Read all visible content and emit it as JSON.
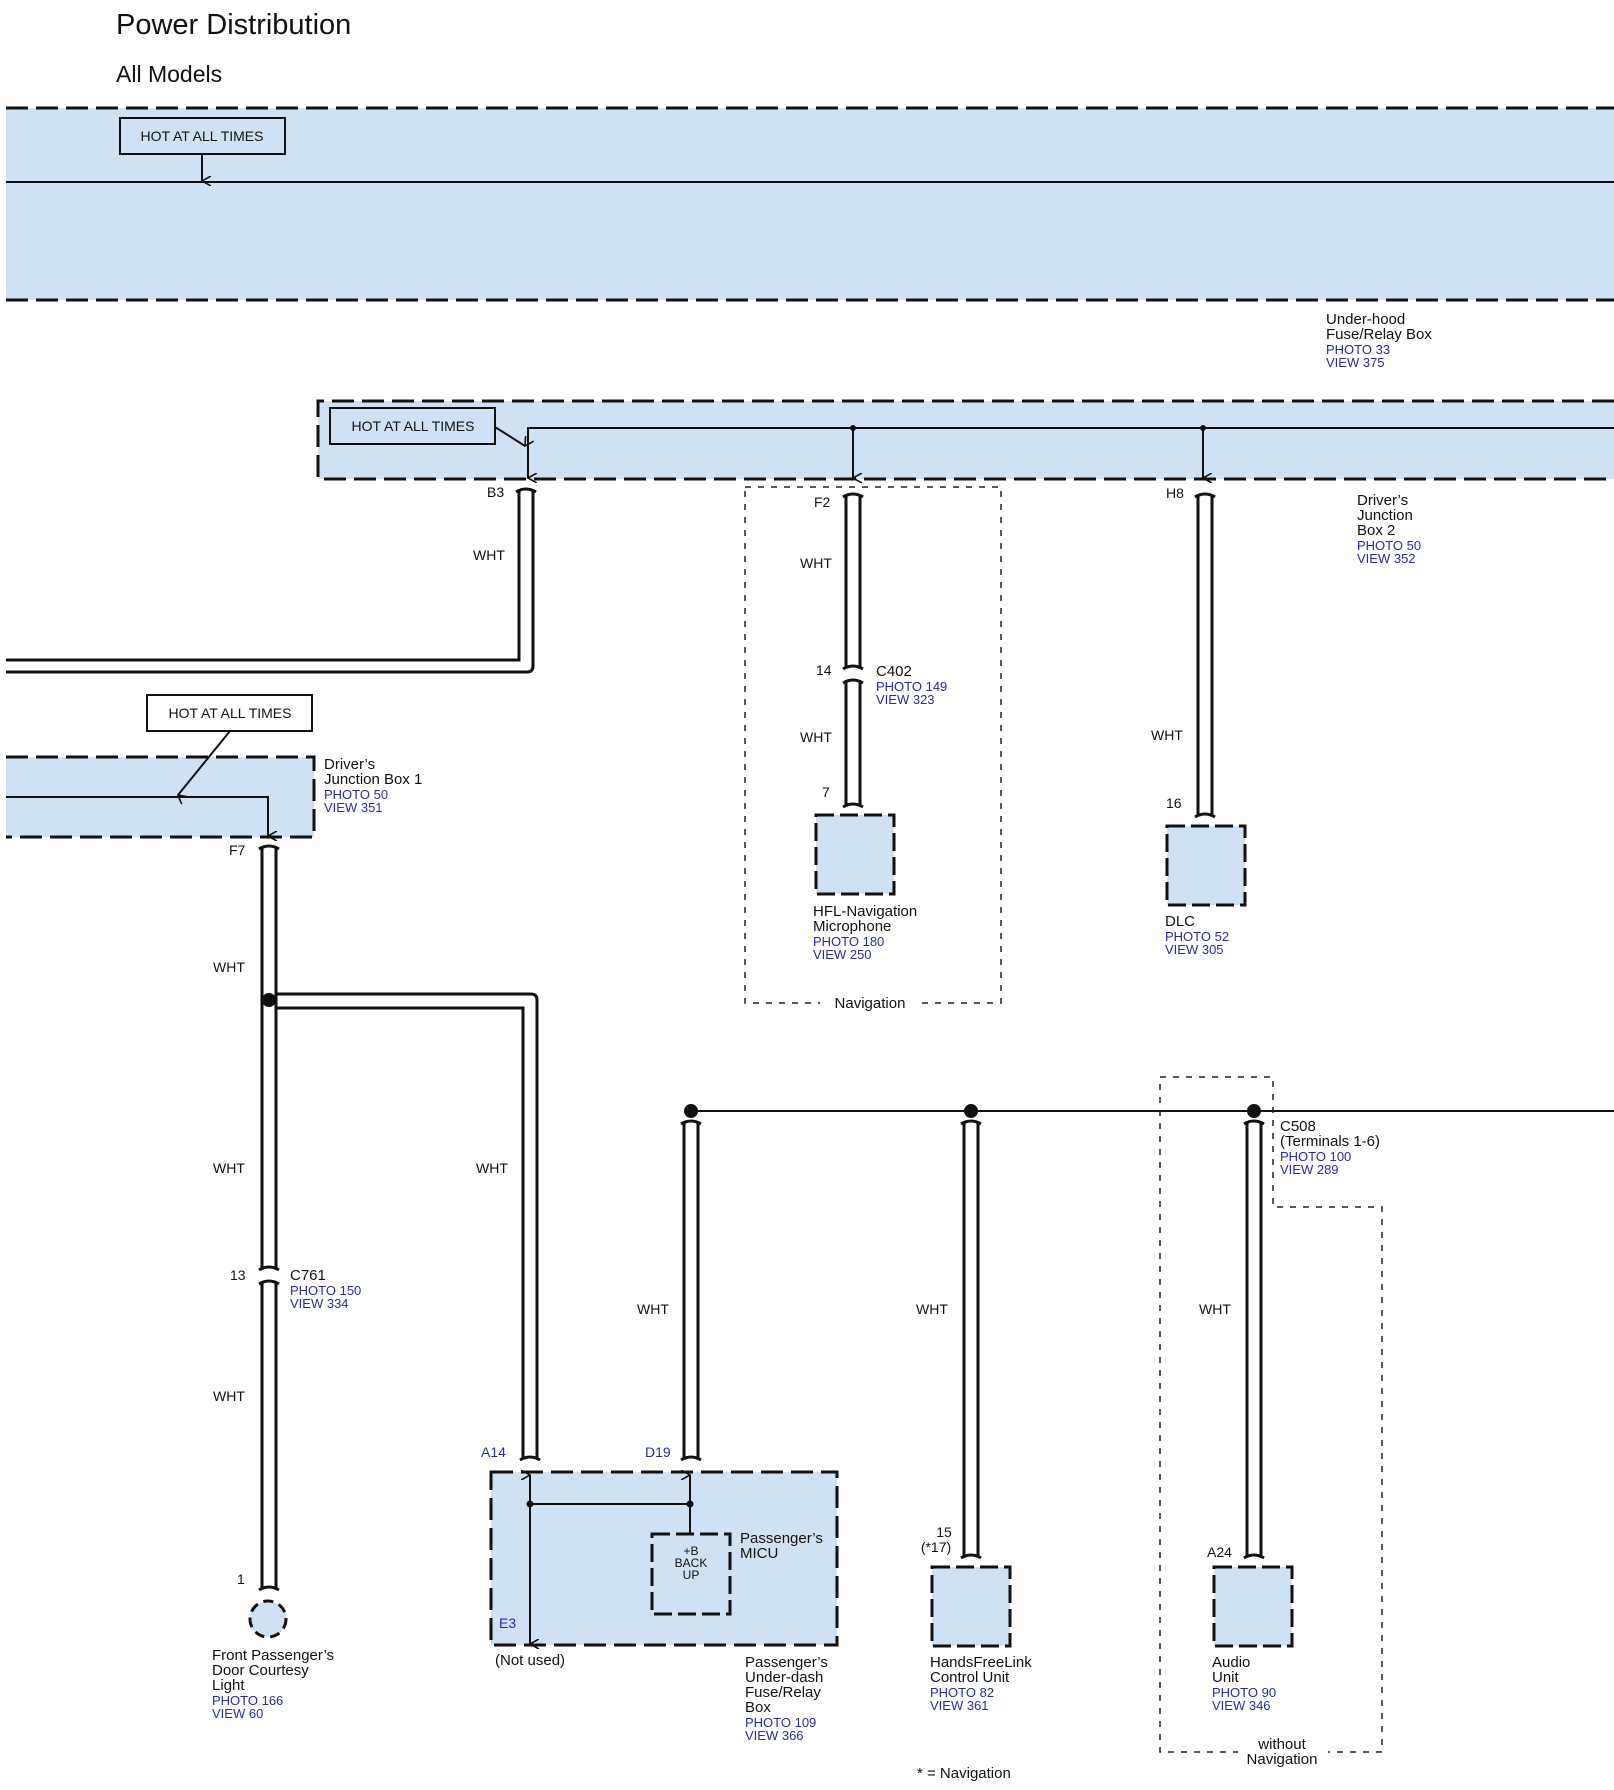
{
  "header": {
    "title": "Power Distribution",
    "subtitle": "All Models"
  },
  "colors": {
    "component_fill": "#cfe2f3",
    "link_text": "#2a2aa0",
    "line": "#111111"
  },
  "hot_labels": {
    "underhood": "HOT AT ALL TIMES",
    "jb2": "HOT AT ALL TIMES",
    "jb1": "HOT AT ALL TIMES"
  },
  "components": {
    "underhood": {
      "name1": "Under-hood",
      "name2": "Fuse/Relay Box",
      "photo": "PHOTO 33",
      "view": "VIEW 375"
    },
    "jb2": {
      "name1": "Driver’s",
      "name2": "Junction",
      "name3": "Box 2",
      "photo": "PHOTO 50",
      "view": "VIEW 352"
    },
    "jb1": {
      "name1": "Driver’s",
      "name2": "Junction Box 1",
      "photo": "PHOTO 50",
      "view": "VIEW 351"
    },
    "mic": {
      "name1": "HFL-Navigation",
      "name2": "Microphone",
      "photo": "PHOTO 180",
      "view": "VIEW 250"
    },
    "dlc": {
      "name1": "DLC",
      "photo": "PHOTO 52",
      "view": "VIEW 305"
    },
    "courtesy": {
      "name1": "Front Passenger’s",
      "name2": "Door Courtesy",
      "name3": "Light",
      "photo": "PHOTO 166",
      "view": "VIEW 60"
    },
    "pudb": {
      "name1": "Passenger’s",
      "name2": "Under-dash",
      "name3": "Fuse/Relay",
      "name4": "Box",
      "photo": "PHOTO 109",
      "view": "VIEW 366"
    },
    "micu": {
      "name1": "Passenger’s",
      "name2": "MICU",
      "inner1": "+B",
      "inner2": "BACK",
      "inner3": "UP"
    },
    "hfl": {
      "name1": "HandsFreeLink",
      "name2": "Control Unit",
      "photo": "PHOTO 82",
      "view": "VIEW 361"
    },
    "audio": {
      "name1": "Audio",
      "name2": "Unit",
      "photo": "PHOTO 90",
      "view": "VIEW 346"
    }
  },
  "connectors": {
    "c402": {
      "name": "C402",
      "photo": "PHOTO 149",
      "view": "VIEW 323"
    },
    "c761": {
      "name": "C761",
      "photo": "PHOTO 150",
      "view": "VIEW 334"
    },
    "c508": {
      "name": "C508",
      "note": "(Terminals 1-6)",
      "photo": "PHOTO 100",
      "view": "VIEW 289"
    }
  },
  "pins": {
    "b3": "B3",
    "f2": "F2",
    "h8": "H8",
    "c402_14": "14",
    "mic_7": "7",
    "dlc_16": "16",
    "f7": "F7",
    "c761_13": "13",
    "light_1": "1",
    "a14": "A14",
    "d19": "D19",
    "e3": "E3",
    "hfl_15": "15",
    "hfl_17": "(*17)",
    "a24": "A24"
  },
  "wire_color": "WHT",
  "notes": {
    "not_used": "(Not used)",
    "navigation_group": "Navigation",
    "without_nav1": "without",
    "without_nav2": "Navigation",
    "footnote": "* =  Navigation"
  }
}
